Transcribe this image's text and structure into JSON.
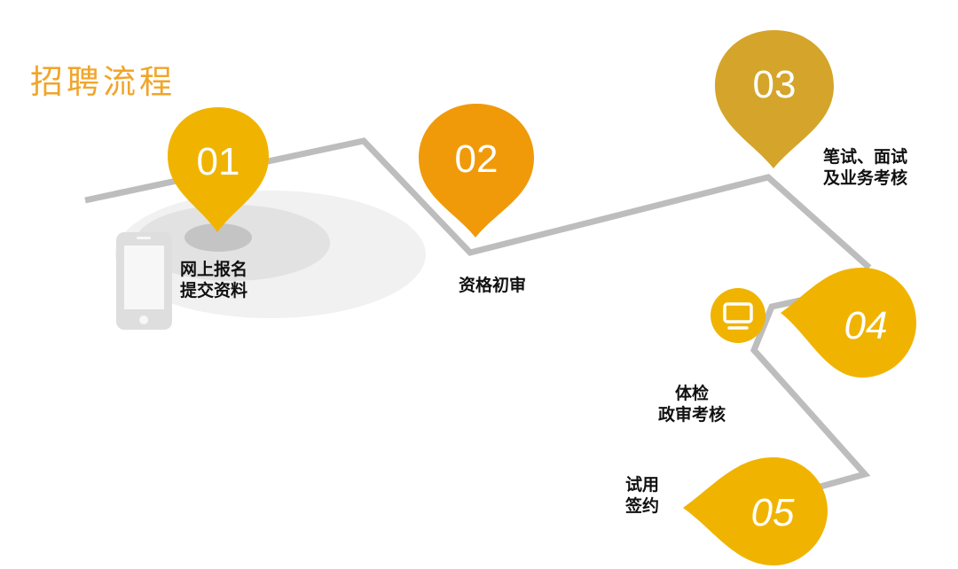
{
  "title": "招聘流程",
  "colors": {
    "title": "#f0a52a",
    "path_line": "#bdbdbd",
    "pin_yellow": "#f0b400",
    "pin_orange": "#f09a0a",
    "pin_gold": "#d4a52a",
    "text": "#111111"
  },
  "steps": [
    {
      "number": "01",
      "lines": [
        "网上报名",
        "提交资料"
      ],
      "icon": "phone-icon"
    },
    {
      "number": "02",
      "lines": [
        "资格初审"
      ]
    },
    {
      "number": "03",
      "lines": [
        "笔试、面试",
        "及业务考核"
      ]
    },
    {
      "number": "04",
      "lines": [
        "体检",
        "政审考核"
      ],
      "icon": "monitor-icon"
    },
    {
      "number": "05",
      "lines": [
        "试用",
        "签约"
      ]
    }
  ]
}
